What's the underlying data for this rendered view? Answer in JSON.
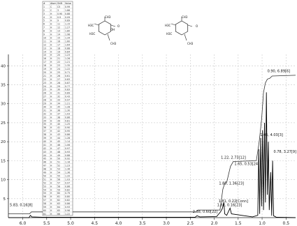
{
  "chart_data": {
    "type": "line",
    "title": "",
    "xlabel": "",
    "ylabel": "",
    "xlim": [
      6.3,
      0.3
    ],
    "ylim": [
      0,
      43
    ],
    "x_ticks": [
      "6.0",
      "5.5",
      "5.0",
      "4.5",
      "4.0",
      "3.5",
      "3.0",
      "2.5",
      "2.0",
      "1.5",
      "1.0",
      "0.5"
    ],
    "x_tick_values": [
      6.0,
      5.5,
      5.0,
      4.5,
      4.0,
      3.5,
      3.0,
      2.5,
      2.0,
      1.5,
      1.0,
      0.5
    ],
    "y_ticks": [
      "40",
      "35",
      "30",
      "25",
      "20",
      "15",
      "10",
      "5"
    ],
    "y_tick_values": [
      40,
      35,
      30,
      25,
      20,
      15,
      10,
      5
    ],
    "grid": true,
    "series": [
      {
        "values": [
          {
            "x": 6.3,
            "y": 0.0
          },
          {
            "x": 5.87,
            "y": 0.0
          },
          {
            "x": 5.84,
            "y": 0.6
          },
          {
            "x": 5.81,
            "y": 0.2
          },
          {
            "x": 5.6,
            "y": 0.1
          },
          {
            "x": 2.4,
            "y": 0.1
          },
          {
            "x": 2.36,
            "y": 0.5
          },
          {
            "x": 2.3,
            "y": 0.2
          },
          {
            "x": 1.95,
            "y": 0.3
          },
          {
            "x": 1.87,
            "y": 1.5
          },
          {
            "x": 1.83,
            "y": 2.4
          },
          {
            "x": 1.8,
            "y": 4.0
          },
          {
            "x": 1.78,
            "y": 1.0
          },
          {
            "x": 1.74,
            "y": 0.6
          },
          {
            "x": 1.67,
            "y": 2.5
          },
          {
            "x": 1.64,
            "y": 1.0
          },
          {
            "x": 1.2,
            "y": 0.2
          },
          {
            "x": 1.09,
            "y": 0.6
          },
          {
            "x": 1.07,
            "y": 18.0
          },
          {
            "x": 1.05,
            "y": 1.0
          },
          {
            "x": 1.03,
            "y": 21.0
          },
          {
            "x": 1.01,
            "y": 3.0
          },
          {
            "x": 0.99,
            "y": 23.0
          },
          {
            "x": 0.97,
            "y": 2.0
          },
          {
            "x": 0.95,
            "y": 25.0
          },
          {
            "x": 0.93,
            "y": 4.0
          },
          {
            "x": 0.91,
            "y": 33.0
          },
          {
            "x": 0.89,
            "y": 6.0
          },
          {
            "x": 0.87,
            "y": 20.0
          },
          {
            "x": 0.85,
            "y": 2.0
          },
          {
            "x": 0.82,
            "y": 12.0
          },
          {
            "x": 0.8,
            "y": 0.5
          },
          {
            "x": 0.78,
            "y": 15.0
          },
          {
            "x": 0.76,
            "y": 0.5
          },
          {
            "x": 0.7,
            "y": 0.1
          },
          {
            "x": 0.3,
            "y": 0.0
          }
        ]
      },
      {
        "values": [
          {
            "x": 6.3,
            "y": 1.0
          },
          {
            "x": 5.86,
            "y": 1.0
          },
          {
            "x": 5.82,
            "y": 1.5
          },
          {
            "x": 2.38,
            "y": 1.5
          },
          {
            "x": 2.34,
            "y": 2.0
          },
          {
            "x": 1.88,
            "y": 2.0
          },
          {
            "x": 1.82,
            "y": 7.5
          },
          {
            "x": 1.78,
            "y": 9.0
          },
          {
            "x": 1.74,
            "y": 9.3
          },
          {
            "x": 1.66,
            "y": 13.5
          },
          {
            "x": 1.6,
            "y": 14.8
          },
          {
            "x": 1.12,
            "y": 15.0
          },
          {
            "x": 1.06,
            "y": 20.0
          },
          {
            "x": 1.01,
            "y": 26.0
          },
          {
            "x": 0.97,
            "y": 33.0
          },
          {
            "x": 0.93,
            "y": 35.5
          },
          {
            "x": 0.89,
            "y": 36.5
          },
          {
            "x": 0.84,
            "y": 36.7
          },
          {
            "x": 0.79,
            "y": 37.3
          },
          {
            "x": 0.3,
            "y": 37.5
          }
        ]
      }
    ],
    "annotations": [
      {
        "text": "0.90, 6.89[6]",
        "x": 0.89,
        "y": 38.3
      },
      {
        "text": "1.05, 4.03[3]",
        "x": 1.04,
        "y": 21.5
      },
      {
        "text": "1.22, 2.73[12]",
        "x": 1.86,
        "y": 15.5
      },
      {
        "text": "1.65, 0.53[24]",
        "x": 1.58,
        "y": 13.9
      },
      {
        "text": "1.85, 1.36[23]",
        "x": 1.9,
        "y": 8.7
      },
      {
        "text": "1.81, 0.22[Conn]",
        "x": 1.91,
        "y": 4.0
      },
      {
        "text": "1.82, 0.16[23]",
        "x": 1.94,
        "y": 3.0
      },
      {
        "text": "2.38, 0.60[22]",
        "x": 2.45,
        "y": 1.3
      },
      {
        "text": "0.78, 3.27[9]",
        "x": 0.76,
        "y": 17.1
      },
      {
        "text": "5.83, 0.16[8]",
        "x": 6.27,
        "y": 3.0
      }
    ]
  },
  "table": {
    "headers": [
      "#",
      "Atom",
      "Shift",
      "Value"
    ],
    "rows": [
      [
        "1",
        "C",
        "C5",
        "0.99"
      ],
      [
        "2",
        "C",
        "3",
        "1.86"
      ],
      [
        "3",
        "H",
        "0.90",
        "0.88"
      ],
      [
        "4",
        "H",
        "0.9",
        "0.09"
      ],
      [
        "5",
        "H",
        "9",
        "0.89"
      ],
      [
        "6",
        "H",
        "11",
        "1.15"
      ],
      [
        "7",
        "H",
        "12",
        "1.27"
      ],
      [
        "8",
        "H",
        "13",
        "1.80"
      ],
      [
        "9",
        "H",
        "14",
        "1.98"
      ],
      [
        "10",
        "H",
        "15",
        "1.34"
      ],
      [
        "11",
        "H",
        "16",
        "1.60"
      ],
      [
        "12",
        "H",
        "17",
        "1.64"
      ],
      [
        "13",
        "H",
        "18",
        "0.88"
      ],
      [
        "14",
        "H",
        "19",
        "0.84"
      ],
      [
        "15",
        "H",
        "20",
        "1.23"
      ],
      [
        "16",
        "H",
        "21",
        "1.26"
      ],
      [
        "17",
        "H",
        "22",
        "1.21"
      ],
      [
        "18",
        "H",
        "23",
        "1.35"
      ],
      [
        "19",
        "H",
        "24",
        "1.22"
      ],
      [
        "20",
        "H",
        "25",
        "0.71"
      ],
      [
        "21",
        "H",
        "26",
        "0.61"
      ],
      [
        "22",
        "H",
        "27",
        "0.83"
      ],
      [
        "23",
        "H",
        "28",
        "0.87"
      ],
      [
        "24",
        "H",
        "29",
        "0.77"
      ],
      [
        "25",
        "H",
        "30",
        "0.83"
      ],
      [
        "26",
        "H",
        "31",
        "0.89"
      ],
      [
        "27",
        "H",
        "32",
        "0.43"
      ],
      [
        "28",
        "H",
        "33",
        "0.97"
      ],
      [
        "29",
        "H",
        "34",
        "1.21"
      ],
      [
        "30",
        "H",
        "35",
        "1.28"
      ],
      [
        "31",
        "H",
        "36",
        "1.30"
      ],
      [
        "32",
        "H",
        "37",
        "1.03"
      ],
      [
        "33",
        "H",
        "38",
        "0.86"
      ],
      [
        "34",
        "H",
        "39",
        "0.81"
      ],
      [
        "35",
        "H",
        "40",
        "1.25"
      ],
      [
        "36",
        "H",
        "41",
        "0.90"
      ],
      [
        "37",
        "H",
        "42",
        "0.95"
      ],
      [
        "38",
        "H",
        "43",
        "0.86"
      ],
      [
        "39",
        "H",
        "44",
        "1.28"
      ],
      [
        "40",
        "H",
        "45",
        "1.14"
      ],
      [
        "41",
        "H",
        "46",
        "1.06"
      ],
      [
        "42",
        "H",
        "47",
        "0.97"
      ],
      [
        "43",
        "H",
        "48",
        "0.93"
      ],
      [
        "44",
        "H",
        "49",
        "0.88"
      ],
      [
        "45",
        "H",
        "50",
        "0.92"
      ],
      [
        "46",
        "H",
        "51",
        "1.16"
      ],
      [
        "47",
        "H",
        "52",
        "1.23"
      ],
      [
        "48",
        "H",
        "53",
        "1.36"
      ],
      [
        "49",
        "H",
        "54",
        "1.36"
      ],
      [
        "50",
        "H",
        "55",
        "1.20"
      ],
      [
        "51",
        "H",
        "56",
        "1.03"
      ],
      [
        "52",
        "H",
        "57",
        "0.97"
      ],
      [
        "53",
        "H",
        "58",
        "0.86"
      ],
      [
        "54",
        "H",
        "59",
        "0.82"
      ],
      [
        "55",
        "H",
        "60",
        "0.79"
      ],
      [
        "56",
        "H",
        "61",
        "0.80"
      ],
      [
        "57",
        "H",
        "62",
        "0.82"
      ],
      [
        "58",
        "H",
        "63",
        "0.86"
      ],
      [
        "59",
        "H",
        "64",
        "0.93"
      ],
      [
        "60",
        "H",
        "65",
        "0.96"
      ],
      [
        "61",
        "H",
        "66",
        "1.22"
      ]
    ]
  },
  "structures": [
    {
      "labels": [
        {
          "text": "CH3",
          "dx": 0,
          "dy": -14
        },
        {
          "text": "H3C",
          "dx": -24,
          "dy": -2
        },
        {
          "text": "H3C",
          "dx": -22,
          "dy": 10
        },
        {
          "text": "OH",
          "dx": 8,
          "dy": 4
        },
        {
          "text": "O",
          "dx": 18,
          "dy": -1
        },
        {
          "text": "CH3",
          "dx": 8,
          "dy": 24
        }
      ]
    },
    {
      "labels": [
        {
          "text": "CH3",
          "dx": 0,
          "dy": -14
        },
        {
          "text": "H3C",
          "dx": -24,
          "dy": -2
        },
        {
          "text": "H3C",
          "dx": -22,
          "dy": 10
        },
        {
          "text": "O",
          "dx": 20,
          "dy": -1
        },
        {
          "text": "CH3",
          "dx": 8,
          "dy": 24
        }
      ]
    }
  ]
}
